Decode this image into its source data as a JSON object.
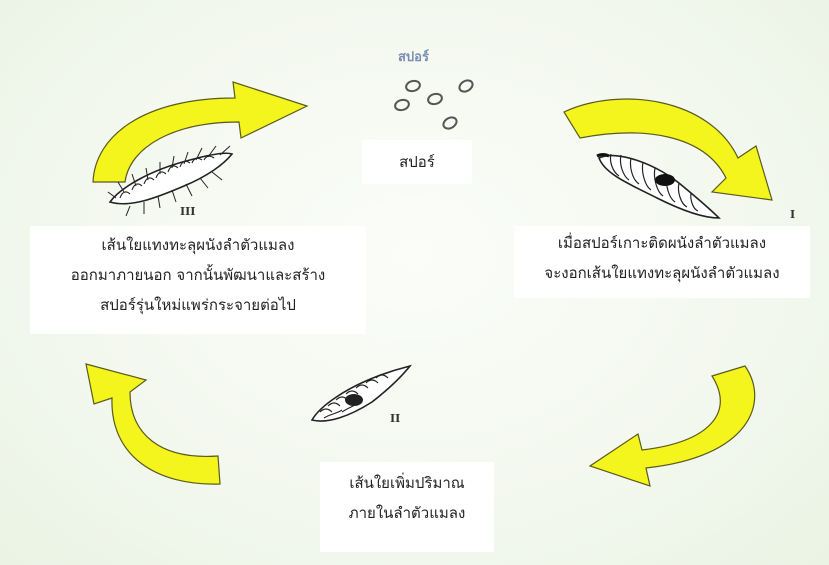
{
  "colors": {
    "arrow_fill": "#f3f51c",
    "arrow_stroke": "#5a5a20",
    "label_bg": "#ffffff",
    "spore_label": "#7a8db5"
  },
  "spore_top_label": "สปอร์",
  "spore_box_label": "สปอร์",
  "stages": [
    {
      "roman": "I",
      "lines": [
        "เมื่อสปอร์เกาะติดผนังลำตัวแมลง",
        "จะงอกเส้นใยแทงทะลุผนังลำตัวแมลง"
      ]
    },
    {
      "roman": "II",
      "lines": [
        "เส้นใยเพิ่มปริมาณ",
        "ภายในลำตัวแมลง"
      ]
    },
    {
      "roman": "III",
      "lines": [
        "เส้นใยแทงทะลุผนังลำตัวแมลง",
        "ออกมาภายนอก จากนั้นพัฒนาและสร้าง",
        "สปอร์รุ่นใหม่แพร่กระจายต่อไป"
      ]
    }
  ],
  "icons": [
    "curved-arrow-icon",
    "spore-icon",
    "larva-icon",
    "infected-larva-icon",
    "hairy-larva-icon"
  ]
}
